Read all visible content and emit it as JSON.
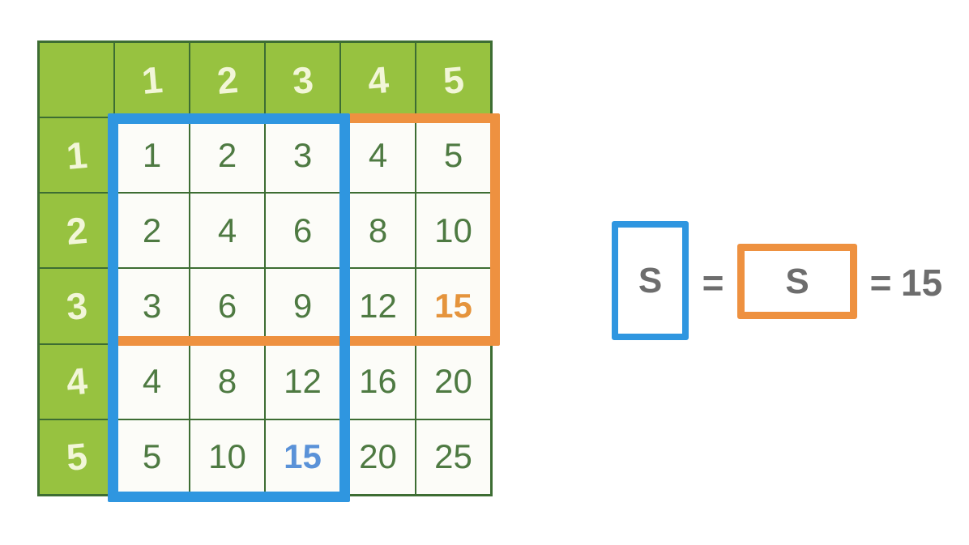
{
  "colors": {
    "page_bg": "#ffffff",
    "header_green": "#97c240",
    "grid_green": "#3d6d33",
    "header_text": "#f2f6d8",
    "cell_bg": "#fcfcf8",
    "cell_text": "#4e7a42",
    "blue_accent": "#2f96e0",
    "orange_accent": "#ee9140",
    "blue_value": "#5a92d8",
    "orange_value": "#e5943c",
    "equation_gray": "#6d6d6d"
  },
  "table": {
    "corner_label": "",
    "col_headers": [
      "1",
      "2",
      "3",
      "4",
      "5"
    ],
    "row_headers": [
      "1",
      "2",
      "3",
      "4",
      "5"
    ],
    "rows": [
      [
        "1",
        "2",
        "3",
        "4",
        "5"
      ],
      [
        "2",
        "4",
        "6",
        "8",
        "10"
      ],
      [
        "3",
        "6",
        "9",
        "12",
        "15"
      ],
      [
        "4",
        "8",
        "12",
        "16",
        "20"
      ],
      [
        "5",
        "10",
        "15",
        "20",
        "25"
      ]
    ],
    "highlights": [
      {
        "row": 3,
        "col": 5,
        "style": "orange"
      },
      {
        "row": 5,
        "col": 3,
        "style": "blue"
      }
    ]
  },
  "equation": {
    "left_box_label": "S",
    "equals_1": "=",
    "right_box_label": "S",
    "equals_2": "=",
    "result": "15"
  }
}
